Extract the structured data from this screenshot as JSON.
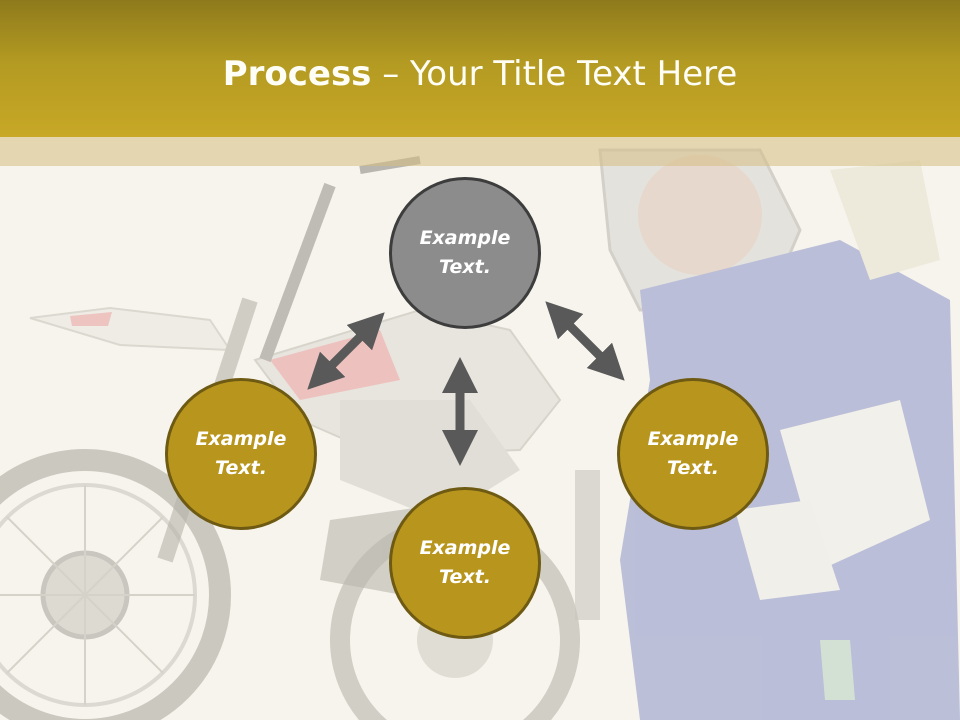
{
  "title": {
    "bold": "Process",
    "rest": " – Your Title Text Here"
  },
  "nodes": {
    "top": "Example\nText.",
    "left": "Example\nText.",
    "right": "Example\nText.",
    "bottom": "Example\nText."
  },
  "colors": {
    "header": "#b39a22",
    "node_top": "#8c8c8c",
    "node_gold": "#b8961e",
    "arrow": "#595959",
    "title_text": "#fffef6"
  }
}
